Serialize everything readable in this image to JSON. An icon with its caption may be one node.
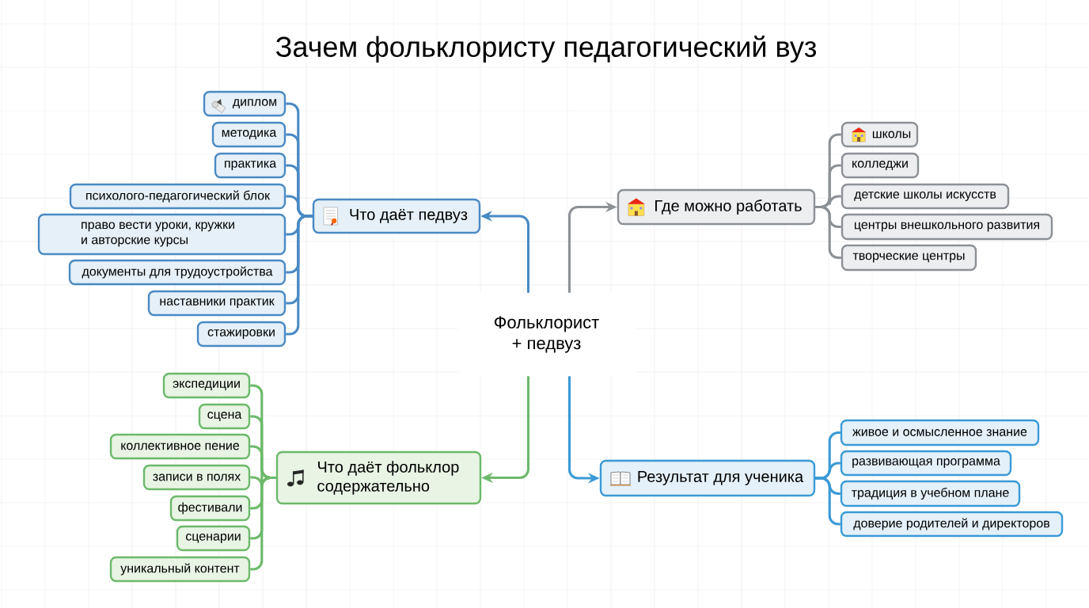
{
  "diagram": {
    "title": "Зачем фольклористу педагогический вуз",
    "nodes": [
      {
        "text": [
          "Фольклорист + педвуз"
        ]
      },
      {
        "text": [
          "Что даёт педвуз"
        ]
      },
      {
        "text": [
          "диплом"
        ]
      },
      {
        "text": [
          "методика"
        ]
      },
      {
        "text": [
          "практика"
        ]
      },
      {
        "text": [
          "психолого-педагогический блок"
        ]
      },
      {
        "text": [
          "право вести уроки, кружки и авторские курсы"
        ]
      },
      {
        "text": [
          "документы для трудоустройства"
        ]
      },
      {
        "text": [
          "наставники практик"
        ]
      },
      {
        "text": [
          "стажировки"
        ]
      },
      {
        "text": [
          "Где можно работать"
        ]
      },
      {
        "text": [
          "школы"
        ]
      },
      {
        "text": [
          "колледжи"
        ]
      },
      {
        "text": [
          "детские школы искусств"
        ]
      },
      {
        "text": [
          "центры внешкольного развития"
        ]
      },
      {
        "text": [
          "творческие центры"
        ]
      },
      {
        "text": [
          "Что даёт фольклор содержательно"
        ]
      },
      {
        "text": [
          "экспедиции"
        ]
      },
      {
        "text": [
          "сцена"
        ]
      },
      {
        "text": [
          "коллективное пение"
        ]
      },
      {
        "text": [
          "записи в полях"
        ]
      },
      {
        "text": [
          "фестивали"
        ]
      },
      {
        "text": [
          "сценарии"
        ]
      },
      {
        "text": [
          "уникальный контент"
        ]
      },
      {
        "text": [
          "Результат для ученика"
        ]
      },
      {
        "text": [
          "живое и осмысленное знание"
        ]
      },
      {
        "text": [
          "развивающая программа"
        ]
      },
      {
        "text": [
          "традиция в учебном плане"
        ]
      },
      {
        "text": [
          "доверие родителей и директоров"
        ]
      }
    ],
    "edges": [
      {
        "from": 0,
        "to": 1,
        "arrow": "to",
        "color": "#4a8ac4"
      },
      {
        "from": 0,
        "to": 10,
        "arrow": "to",
        "color": "#8c9196"
      },
      {
        "from": 0,
        "to": 16,
        "arrow": "to",
        "color": "#6cb96a"
      },
      {
        "from": 0,
        "to": 24,
        "arrow": "to",
        "color": "#3a9ad6"
      },
      {
        "from": 1,
        "to": 2,
        "arrow": "none",
        "color": "#4a8ac4"
      },
      {
        "from": 1,
        "to": 3,
        "arrow": "none",
        "color": "#4a8ac4"
      },
      {
        "from": 1,
        "to": 4,
        "arrow": "none",
        "color": "#4a8ac4"
      },
      {
        "from": 1,
        "to": 5,
        "arrow": "none",
        "color": "#4a8ac4"
      },
      {
        "from": 1,
        "to": 6,
        "arrow": "none",
        "color": "#4a8ac4"
      },
      {
        "from": 1,
        "to": 7,
        "arrow": "none",
        "color": "#4a8ac4"
      },
      {
        "from": 1,
        "to": 8,
        "arrow": "none",
        "color": "#4a8ac4"
      },
      {
        "from": 1,
        "to": 9,
        "arrow": "none",
        "color": "#4a8ac4"
      },
      {
        "from": 10,
        "to": 11,
        "arrow": "none",
        "color": "#8c9196"
      },
      {
        "from": 10,
        "to": 12,
        "arrow": "none",
        "color": "#8c9196"
      },
      {
        "from": 10,
        "to": 13,
        "arrow": "none",
        "color": "#8c9196"
      },
      {
        "from": 10,
        "to": 14,
        "arrow": "none",
        "color": "#8c9196"
      },
      {
        "from": 10,
        "to": 15,
        "arrow": "none",
        "color": "#8c9196"
      },
      {
        "from": 16,
        "to": 17,
        "arrow": "none",
        "color": "#6cb96a"
      },
      {
        "from": 16,
        "to": 18,
        "arrow": "none",
        "color": "#6cb96a"
      },
      {
        "from": 16,
        "to": 19,
        "arrow": "none",
        "color": "#6cb96a"
      },
      {
        "from": 16,
        "to": 20,
        "arrow": "none",
        "color": "#6cb96a"
      },
      {
        "from": 16,
        "to": 21,
        "arrow": "none",
        "color": "#6cb96a"
      },
      {
        "from": 16,
        "to": 22,
        "arrow": "none",
        "color": "#6cb96a"
      },
      {
        "from": 16,
        "to": 23,
        "arrow": "none",
        "color": "#6cb96a"
      },
      {
        "from": 24,
        "to": 25,
        "arrow": "none",
        "color": "#3a9ad6"
      },
      {
        "from": 24,
        "to": 26,
        "arrow": "none",
        "color": "#3a9ad6"
      },
      {
        "from": 24,
        "to": 27,
        "arrow": "none",
        "color": "#3a9ad6"
      },
      {
        "from": 24,
        "to": 28,
        "arrow": "none",
        "color": "#3a9ad6"
      }
    ]
  }
}
